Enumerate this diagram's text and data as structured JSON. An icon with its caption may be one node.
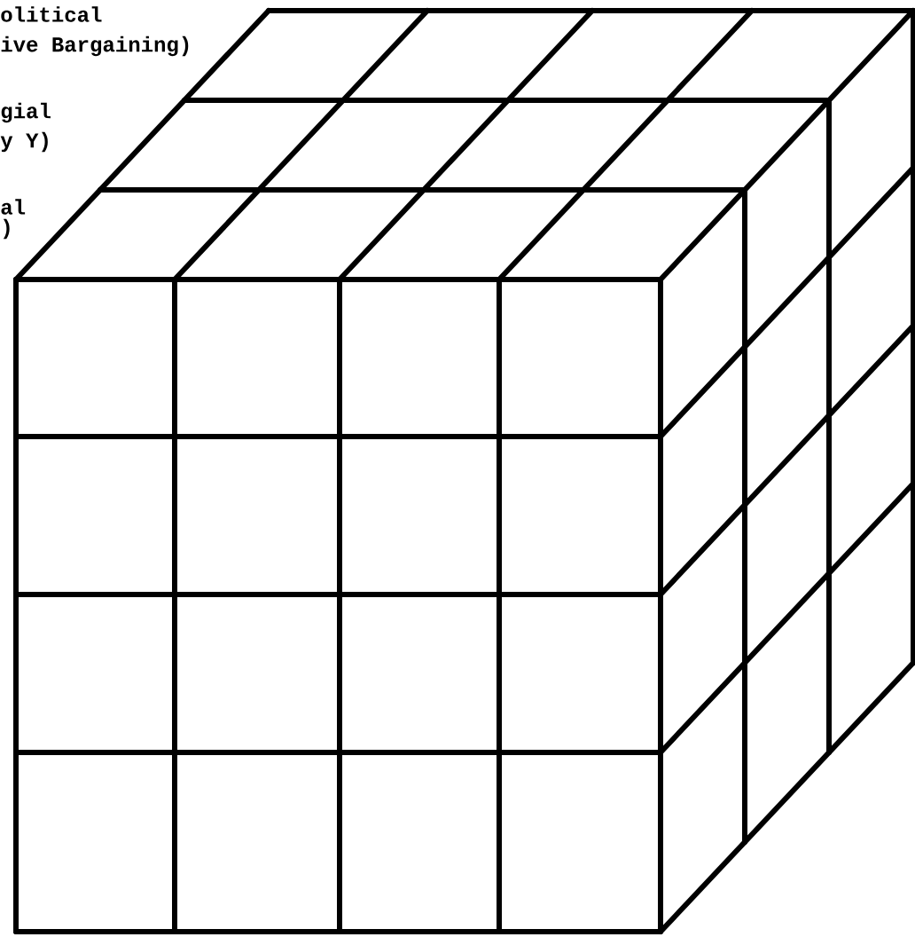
{
  "diagram": {
    "labels": [
      "olitical",
      "ive Bargaining)",
      "gial",
      "y Y)",
      "al",
      ")"
    ]
  }
}
